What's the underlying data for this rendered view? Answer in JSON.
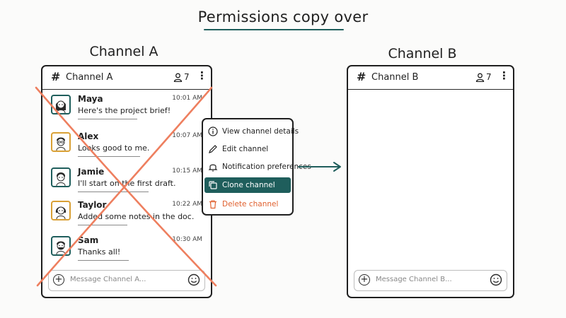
{
  "title": "Permissions copy over",
  "left_panel": {
    "label": "Channel A",
    "header": {
      "hash": "#",
      "name": "Channel A",
      "member_count": "7",
      "kebab": "⋮"
    },
    "messages": [
      {
        "name": "Maya",
        "time": "10:01 AM",
        "text": "Here's the project brief!",
        "avatar_color": "#1f5e5c"
      },
      {
        "name": "Alex",
        "time": "10:07 AM",
        "text": "Looks good to me.",
        "avatar_color": "#d9a035"
      },
      {
        "name": "Jamie",
        "time": "10:15 AM",
        "text": "I'll start on the first draft.",
        "avatar_color": "#1f5e5c"
      },
      {
        "name": "Taylor",
        "time": "10:22 AM",
        "text": "Added some notes in the doc.",
        "avatar_color": "#d9a035"
      },
      {
        "name": "Sam",
        "time": "10:30 AM",
        "text": "Thanks all!",
        "avatar_color": "#1f5e5c"
      }
    ],
    "composer_placeholder": "Message Channel A..."
  },
  "right_panel": {
    "label": "Channel B",
    "header": {
      "hash": "#",
      "name": "Channel B",
      "member_count": "7",
      "kebab": "⋮"
    },
    "composer_placeholder": "Message Channel B..."
  },
  "context_menu": {
    "items": [
      {
        "label": "View channel details",
        "icon": "info-icon"
      },
      {
        "label": "Edit channel",
        "icon": "pencil-icon"
      },
      {
        "label": "Notification preferences",
        "icon": "bell-icon"
      },
      {
        "label": "Clone channel",
        "icon": "clone-icon",
        "highlighted": true
      },
      {
        "label": "Delete channel",
        "icon": "trash-icon",
        "danger": true
      }
    ]
  },
  "colors": {
    "accent": "#1f5e5c",
    "cross": "#ee7f5f",
    "danger": "#e0602e",
    "avatar_gold": "#d9a035"
  }
}
